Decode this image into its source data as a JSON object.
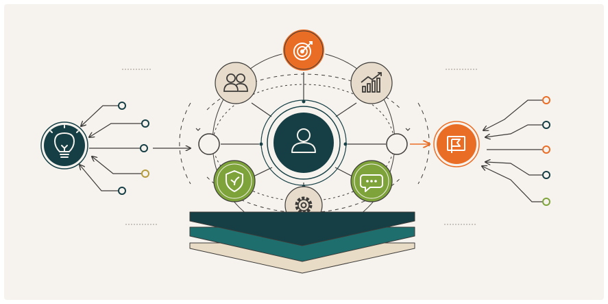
{
  "colors": {
    "background": "#f6f3ee",
    "dark_teal": "#153f45",
    "teal": "#1f6e6e",
    "orange": "#ea6d25",
    "green": "#7ea33a",
    "beige": "#e7dccb",
    "line": "#3c3a38",
    "tan": "#e8dcc6"
  },
  "diagram": {
    "start_node": {
      "icon": "lightbulb-icon"
    },
    "central_hub": {
      "icon": "user-icon"
    },
    "end_node": {
      "icon": "flag-icon"
    },
    "satellites": [
      {
        "icon": "target-icon",
        "fill": "orange"
      },
      {
        "icon": "growth-chart-icon",
        "fill": "beige"
      },
      {
        "icon": "chat-icon",
        "fill": "green"
      },
      {
        "icon": "gear-icon",
        "fill": "beige"
      },
      {
        "icon": "shield-icon",
        "fill": "green"
      },
      {
        "icon": "team-icon",
        "fill": "beige"
      }
    ],
    "left_branch_endpoints": [
      "dark_teal",
      "dark_teal",
      "dark_teal",
      "olive",
      "dark_teal"
    ],
    "right_branch_endpoints": [
      "orange",
      "dark_teal",
      "orange",
      "dark_teal",
      "green"
    ],
    "base_layers": [
      "dark_teal",
      "teal",
      "tan"
    ]
  }
}
